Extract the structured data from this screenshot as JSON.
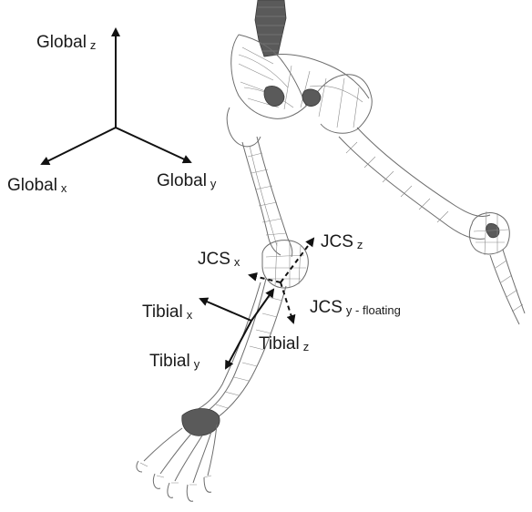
{
  "global_axes": {
    "z": {
      "name": "Global",
      "sub": "z"
    },
    "x": {
      "name": "Global",
      "sub": "x"
    },
    "y": {
      "name": "Global",
      "sub": "y"
    }
  },
  "jcs_axes": {
    "z": {
      "name": "JCS",
      "sub": "z"
    },
    "x": {
      "name": "JCS",
      "sub": "x"
    },
    "y": {
      "name": "JCS",
      "sub": "y - floating"
    }
  },
  "tibial_axes": {
    "x": {
      "name": "Tibial",
      "sub": "x"
    },
    "y": {
      "name": "Tibial",
      "sub": "y"
    },
    "z": {
      "name": "Tibial",
      "sub": "z"
    }
  }
}
